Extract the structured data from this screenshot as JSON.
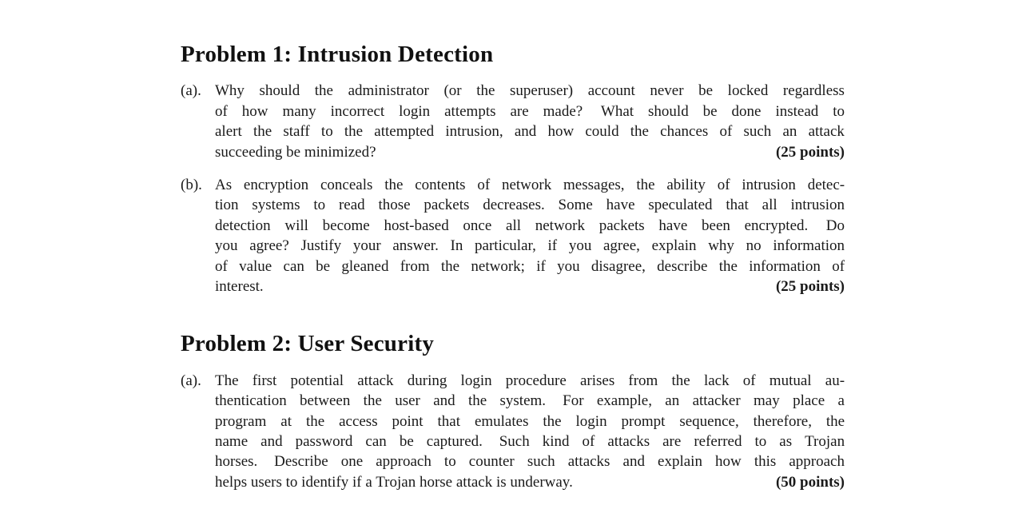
{
  "document": {
    "type": "homework-assignment-excerpt",
    "background_color": "#ffffff",
    "text_color": "#1a1a1a"
  },
  "problems": [
    {
      "heading": "Problem 1: Intrusion Detection",
      "items": [
        {
          "label": "(a).",
          "text": "Why should the administrator (or the superuser) account never be locked regardless of how many incorrect login attempts are made? What should be done instead to alert the staff to the attempted intrusion, and how could the chances of such an attack succeeding be minimized?",
          "points": "(25 points)",
          "lines": [
            [
              "Why",
              "should",
              "the",
              "administrator",
              "(or",
              "the",
              "superuser)",
              "account",
              "never",
              "be",
              "locked",
              "regardless"
            ],
            [
              "of",
              "how",
              "many",
              "incorrect",
              "login",
              "attempts",
              "are",
              "made?",
              " What",
              "should",
              "be",
              "done",
              "instead",
              "to"
            ],
            [
              "alert",
              "the",
              "staff",
              "to",
              "the",
              "attempted",
              "intrusion,",
              "and",
              "how",
              "could",
              "the",
              "chances",
              "of",
              "such",
              "an",
              "attack"
            ],
            [
              "succeeding be minimized?"
            ]
          ]
        },
        {
          "label": "(b).",
          "text": "As encryption conceals the contents of network messages, the ability of intrusion detection systems to read those packets decreases. Some have speculated that all intrusion detection will become host-based once all network packets have been encrypted. Do you agree? Justify your answer. In particular, if you agree, explain why no information of value can be gleaned from the network; if you disagree, describe the information of interest.",
          "points": "(25 points)",
          "lines": [
            [
              "As",
              "encryption",
              "conceals",
              "the",
              "contents",
              "of",
              "network",
              "messages,",
              "the",
              "ability",
              "of",
              "intrusion",
              "detec-"
            ],
            [
              "tion systems to read those packets decreases. Some have speculated that all intrusion"
            ],
            [
              "detection",
              "will",
              "become",
              "host-based",
              "once",
              "all",
              "network",
              "packets",
              "have",
              "been",
              "encrypted.",
              " Do"
            ],
            [
              "you agree? Justify your answer. In particular, if you agree, explain why no information"
            ],
            [
              "of",
              "value",
              "can",
              "be",
              "gleaned",
              "from",
              "the",
              "network;",
              "if",
              "you",
              "disagree,",
              "describe",
              "the",
              "information",
              "of"
            ],
            [
              "interest."
            ]
          ]
        }
      ]
    },
    {
      "heading": "Problem 2: User Security",
      "items": [
        {
          "label": "(a).",
          "text": "The first potential attack during login procedure arises from the lack of mutual authentication between the user and the system. For example, an attacker may place a program at the access point that emulates the login prompt sequence, therefore, the name and password can be captured. Such kind of attacks are referred to as Trojan horses. Describe one approach to counter such attacks and explain how this approach helps users to identify if a Trojan horse attack is underway.",
          "points": "(50 points)",
          "lines": [
            [
              "The",
              "first",
              "potential",
              "attack",
              "during",
              "login",
              "procedure",
              "arises",
              "from",
              "the",
              "lack",
              "of",
              "mutual",
              "au-"
            ],
            [
              "thentication",
              "between",
              "the",
              "user",
              "and",
              "the",
              "system.",
              " For",
              "example,",
              "an",
              "attacker",
              "may",
              "place",
              "a"
            ],
            [
              "program",
              "at",
              "the",
              "access",
              "point",
              "that",
              "emulates",
              "the",
              "login",
              "prompt",
              "sequence,",
              "therefore,",
              "the"
            ],
            [
              "name",
              "and",
              "password",
              "can",
              "be",
              "captured.",
              " Such",
              "kind",
              "of",
              "attacks",
              "are",
              "referred",
              "to",
              "as",
              "Trojan"
            ],
            [
              "horses.",
              " Describe",
              "one",
              "approach",
              "to",
              "counter",
              "such",
              "attacks",
              "and",
              "explain",
              "how",
              "this",
              "approach"
            ],
            [
              "helps users to identify if a Trojan horse attack is underway."
            ]
          ]
        }
      ]
    }
  ]
}
